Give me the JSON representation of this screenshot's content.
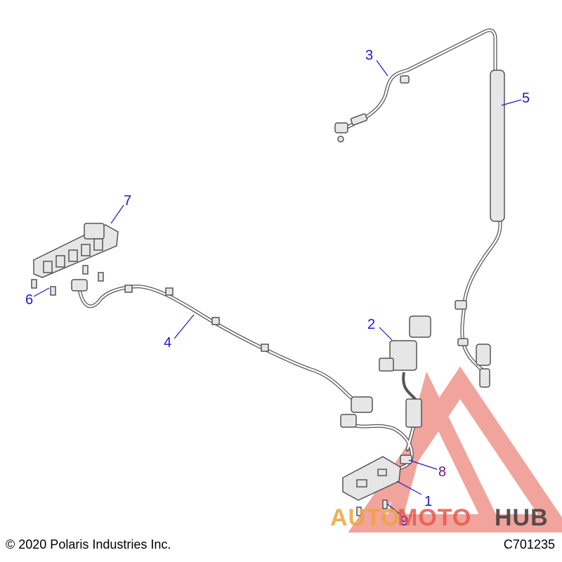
{
  "callouts": [
    "1",
    "2",
    "3",
    "4",
    "5",
    "6",
    "7",
    "8",
    "9"
  ],
  "footer": {
    "copyright": "© 2020 Polaris Industries Inc.",
    "figure_id": "C701235"
  },
  "watermark": {
    "text_a": "AUTO",
    "text_b": "MOTO",
    "text_c": "HUB",
    "color_a": "#f2a23a",
    "color_b": "#e65a4a",
    "color_c": "#3b3b3b"
  },
  "colors": {
    "line": "#555555",
    "part_fill": "#e6e6e6",
    "leader": "#1a1ad0",
    "watermark_triangle": "#e65a4a"
  }
}
